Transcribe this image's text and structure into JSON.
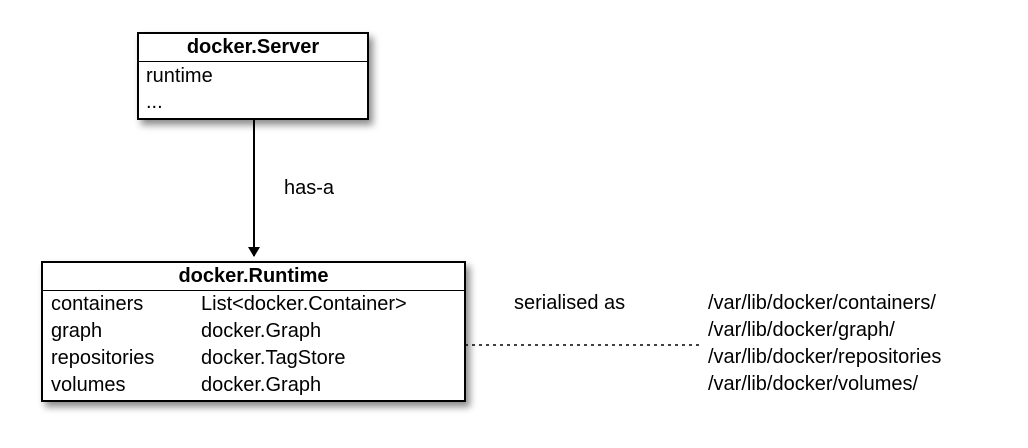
{
  "server": {
    "title": "docker.Server",
    "fields": [
      "runtime",
      "..."
    ]
  },
  "relation": {
    "label": "has-a"
  },
  "runtime": {
    "title": "docker.Runtime",
    "rows": [
      {
        "name": "containers",
        "type": "List<docker.Container>"
      },
      {
        "name": "graph",
        "type": "docker.Graph"
      },
      {
        "name": "repositories",
        "type": "docker.TagStore"
      },
      {
        "name": "volumes",
        "type": "docker.Graph"
      }
    ]
  },
  "serialisation": {
    "label": "serialised as",
    "paths": [
      "/var/lib/docker/containers/",
      "/var/lib/docker/graph/",
      "/var/lib/docker/repositories",
      "/var/lib/docker/volumes/"
    ]
  }
}
